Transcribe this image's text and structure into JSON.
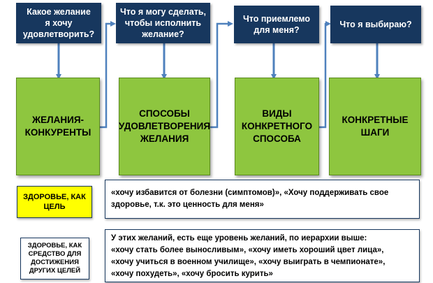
{
  "questions": [
    "Какое желание\nя хочу\nудовлетворить?",
    "Что я могу сделать,\nчтобы исполнить\nжелание?",
    "Что приемлемо\nдля меня?",
    "Что я выбираю?"
  ],
  "boxes": [
    "ЖЕЛАНИЯ-\nКОНКУРЕНТЫ",
    "СПОСОБЫ\nУДОВЛЕТВОРЕНИЯ\nЖЕЛАНИЯ",
    "ВИДЫ\nКОНКРЕТНОГО\nСПОСОБА",
    "КОНКРЕТНЫЕ\nШАГИ"
  ],
  "examples": [
    {
      "label": "ЗДОРОВЬЕ, КАК\nЦЕЛЬ",
      "text": "«хочу избавится от болезни (симптомов)», «Хочу поддерживать свое\nздоровье, т.к. это ценность для меня»"
    },
    {
      "label": "ЗДОРОВЬЕ, КАК\nСРЕДСТВО ДЛЯ\nДОСТИЖЕНИЯ\nДРУГИХ ЦЕЛЕЙ",
      "text": "У этих желаний, есть еще  уровень желаний, по иерархии выше:\n«хочу стать более выносливым», «хочу иметь хороший цвет лица»,\n«хочу учиться в военном училище», «хочу выиграть в чемпионате»,\n«хочу похудеть», «хочу бросить курить»"
    }
  ],
  "colors": {
    "navy": "#17375e",
    "green": "#8ec63f",
    "arrow": "#4f81bd",
    "highlight": "#ffff00"
  }
}
